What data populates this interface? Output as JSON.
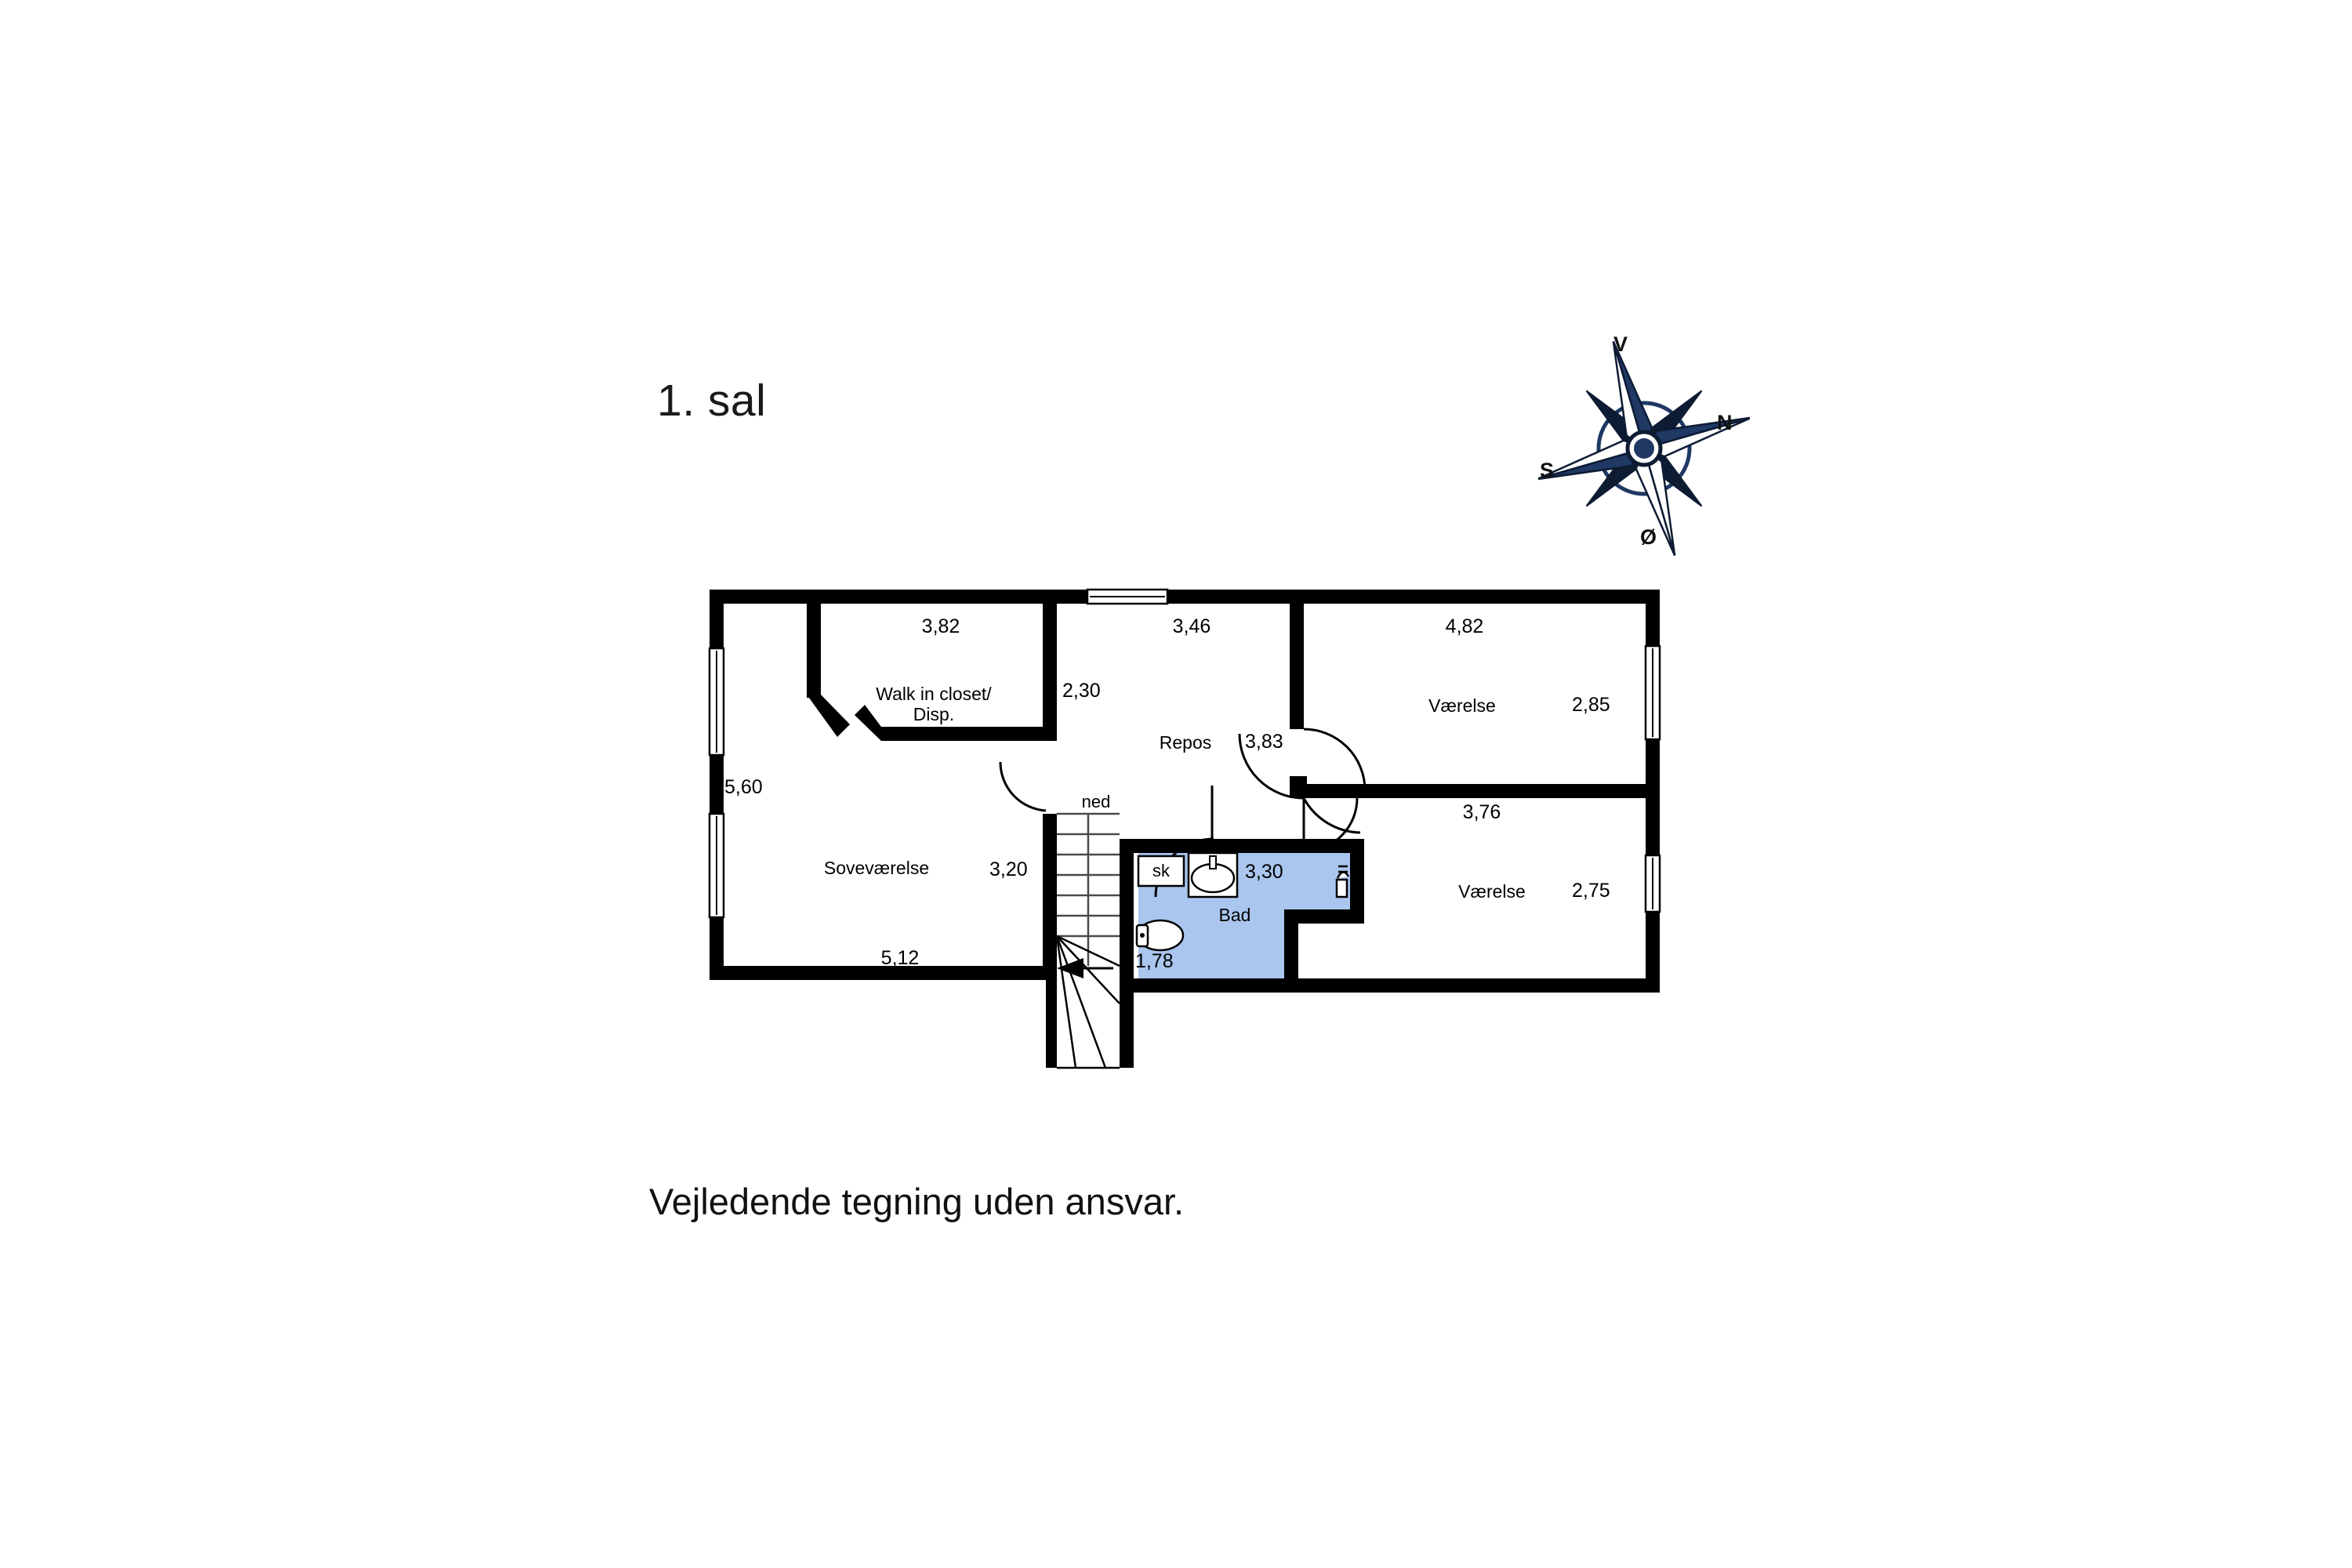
{
  "page": {
    "floor_title": "1. sal",
    "disclaimer": "Vejledende tegning uden ansvar.",
    "background_color": "#ffffff",
    "wall_color": "#000000",
    "bathroom_fill": "#aac6ee",
    "compass_color": "#1f3864"
  },
  "compass": {
    "name": "compass-rose",
    "labels": {
      "top": "V",
      "right": "N",
      "left": "S",
      "bottom": "Ø"
    }
  },
  "rooms": [
    {
      "id": "walk-in-closet",
      "label": "Walk in closet/",
      "label_line2": "Disp.",
      "width_m": "3,82",
      "depth_m": "2,30"
    },
    {
      "id": "repos",
      "label": "Repos",
      "width_m": "3,46",
      "depth_m": "3,83"
    },
    {
      "id": "vaerelse-upper",
      "label": "Værelse",
      "width_m": "4,82",
      "depth_m": "2,85"
    },
    {
      "id": "vaerelse-lower",
      "label": "Værelse",
      "width_m": "3,76",
      "depth_m": "2,75"
    },
    {
      "id": "sovevaerelse",
      "label": "Soveværelse",
      "width_m": "5,12",
      "depth_m": "3,20",
      "outer_depth_m": "5,60"
    },
    {
      "id": "bad",
      "label": "Bad",
      "width_m": "3,30",
      "depth_m": "1,78",
      "cabinet_label": "sk"
    }
  ],
  "stairs": {
    "label": "ned"
  },
  "dimensions": {
    "d_3_82": "3,82",
    "d_2_30": "2,30",
    "d_3_46": "3,46",
    "d_4_82": "4,82",
    "d_2_85": "2,85",
    "d_3_83": "3,83",
    "d_5_60": "5,60",
    "d_3_76": "3,76",
    "d_3_20": "3,20",
    "d_2_75": "2,75",
    "d_3_30": "3,30",
    "d_1_78": "1,78",
    "d_5_12": "5,12"
  },
  "fixtures": {
    "sink": "sink-icon",
    "toilet": "toilet-icon",
    "shower": "shower-icon",
    "cabinet": "sk"
  }
}
